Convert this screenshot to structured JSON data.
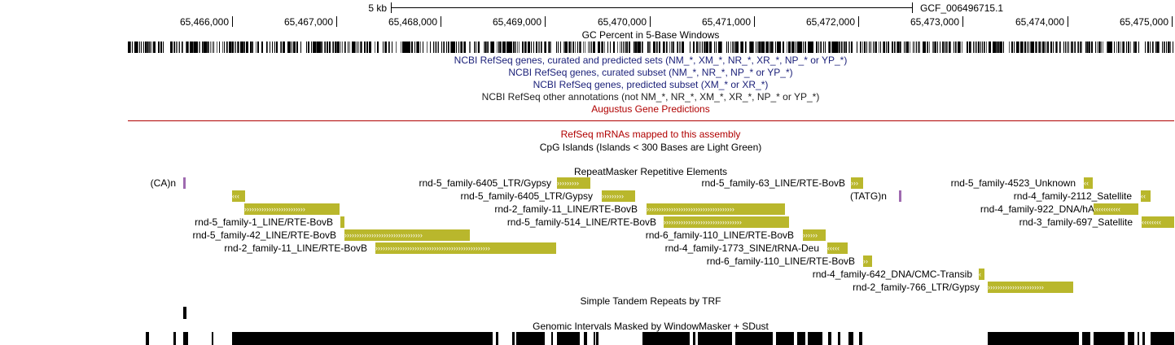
{
  "ruler": {
    "scale_label": "5 kb",
    "assembly_label": "GCF_006496715.1",
    "positions": [
      "65,466,000",
      "65,467,000",
      "65,468,000",
      "65,469,000",
      "65,470,000",
      "65,471,000",
      "65,472,000",
      "65,473,000",
      "65,474,000",
      "65,475,000"
    ]
  },
  "tracks": {
    "gc_percent": "GC Percent in 5-Base Windows",
    "refseq_all": "NCBI RefSeq genes, curated and predicted sets (NM_*, XM_*, NR_*, XR_*, NP_* or YP_*)",
    "refseq_curated": "NCBI RefSeq genes, curated subset (NM_*, NR_*, NP_* or YP_*)",
    "refseq_predicted": "NCBI RefSeq genes, predicted subset (XM_* or XR_*)",
    "refseq_other": "NCBI RefSeq other annotations (not NM_*, NR_*, XM_*, XR_*, NP_* or YP_*)",
    "augustus": "Augustus Gene Predictions",
    "refseq_mrnas": "RefSeq mRNAs mapped to this assembly",
    "cpg": "CpG Islands (Islands < 300 Bases are Light Green)",
    "repeatmasker": "RepeatMasker Repetitive Elements",
    "trf": "Simple Tandem Repeats by TRF",
    "windowmasker": "Genomic Intervals Masked by WindowMasker + SDust"
  },
  "colors": {
    "repeat_fill": "#b9b72c",
    "tag_fill": "#9f6ab0",
    "navy_text": "#1a1f78",
    "red_text": "#b00000"
  },
  "repeats": {
    "ca_n": "(CA)n",
    "tatg_n": "(TATG)n",
    "r_6405_a": "rnd-5_family-6405_LTR/Gypsy",
    "r_63": "rnd-5_family-63_LINE/RTE-BovB",
    "r_4523": "rnd-5_family-4523_Unknown",
    "r_6405_b": "rnd-5_family-6405_LTR/Gypsy",
    "r_2112": "rnd-4_family-2112_Satellite",
    "r_11_a": "rnd-2_family-11_LINE/RTE-BovB",
    "r_922": "rnd-4_family-922_DNA/hAT-Tip100",
    "r_1": "rnd-5_family-1_LINE/RTE-BovB",
    "r_514": "rnd-5_family-514_LINE/RTE-BovB",
    "r_697": "rnd-3_family-697_Satellite",
    "r_42": "rnd-5_family-42_LINE/RTE-BovB",
    "r_110_a": "rnd-6_family-110_LINE/RTE-BovB",
    "r_11_b": "rnd-2_family-11_LINE/RTE-BovB",
    "r_1773": "rnd-4_family-1773_SINE/tRNA-Deu",
    "r_110_b": "rnd-6_family-110_LINE/RTE-BovB",
    "r_642": "rnd-4_family-642_DNA/CMC-Transib",
    "r_766": "rnd-2_family-766_LTR/Gypsy"
  }
}
